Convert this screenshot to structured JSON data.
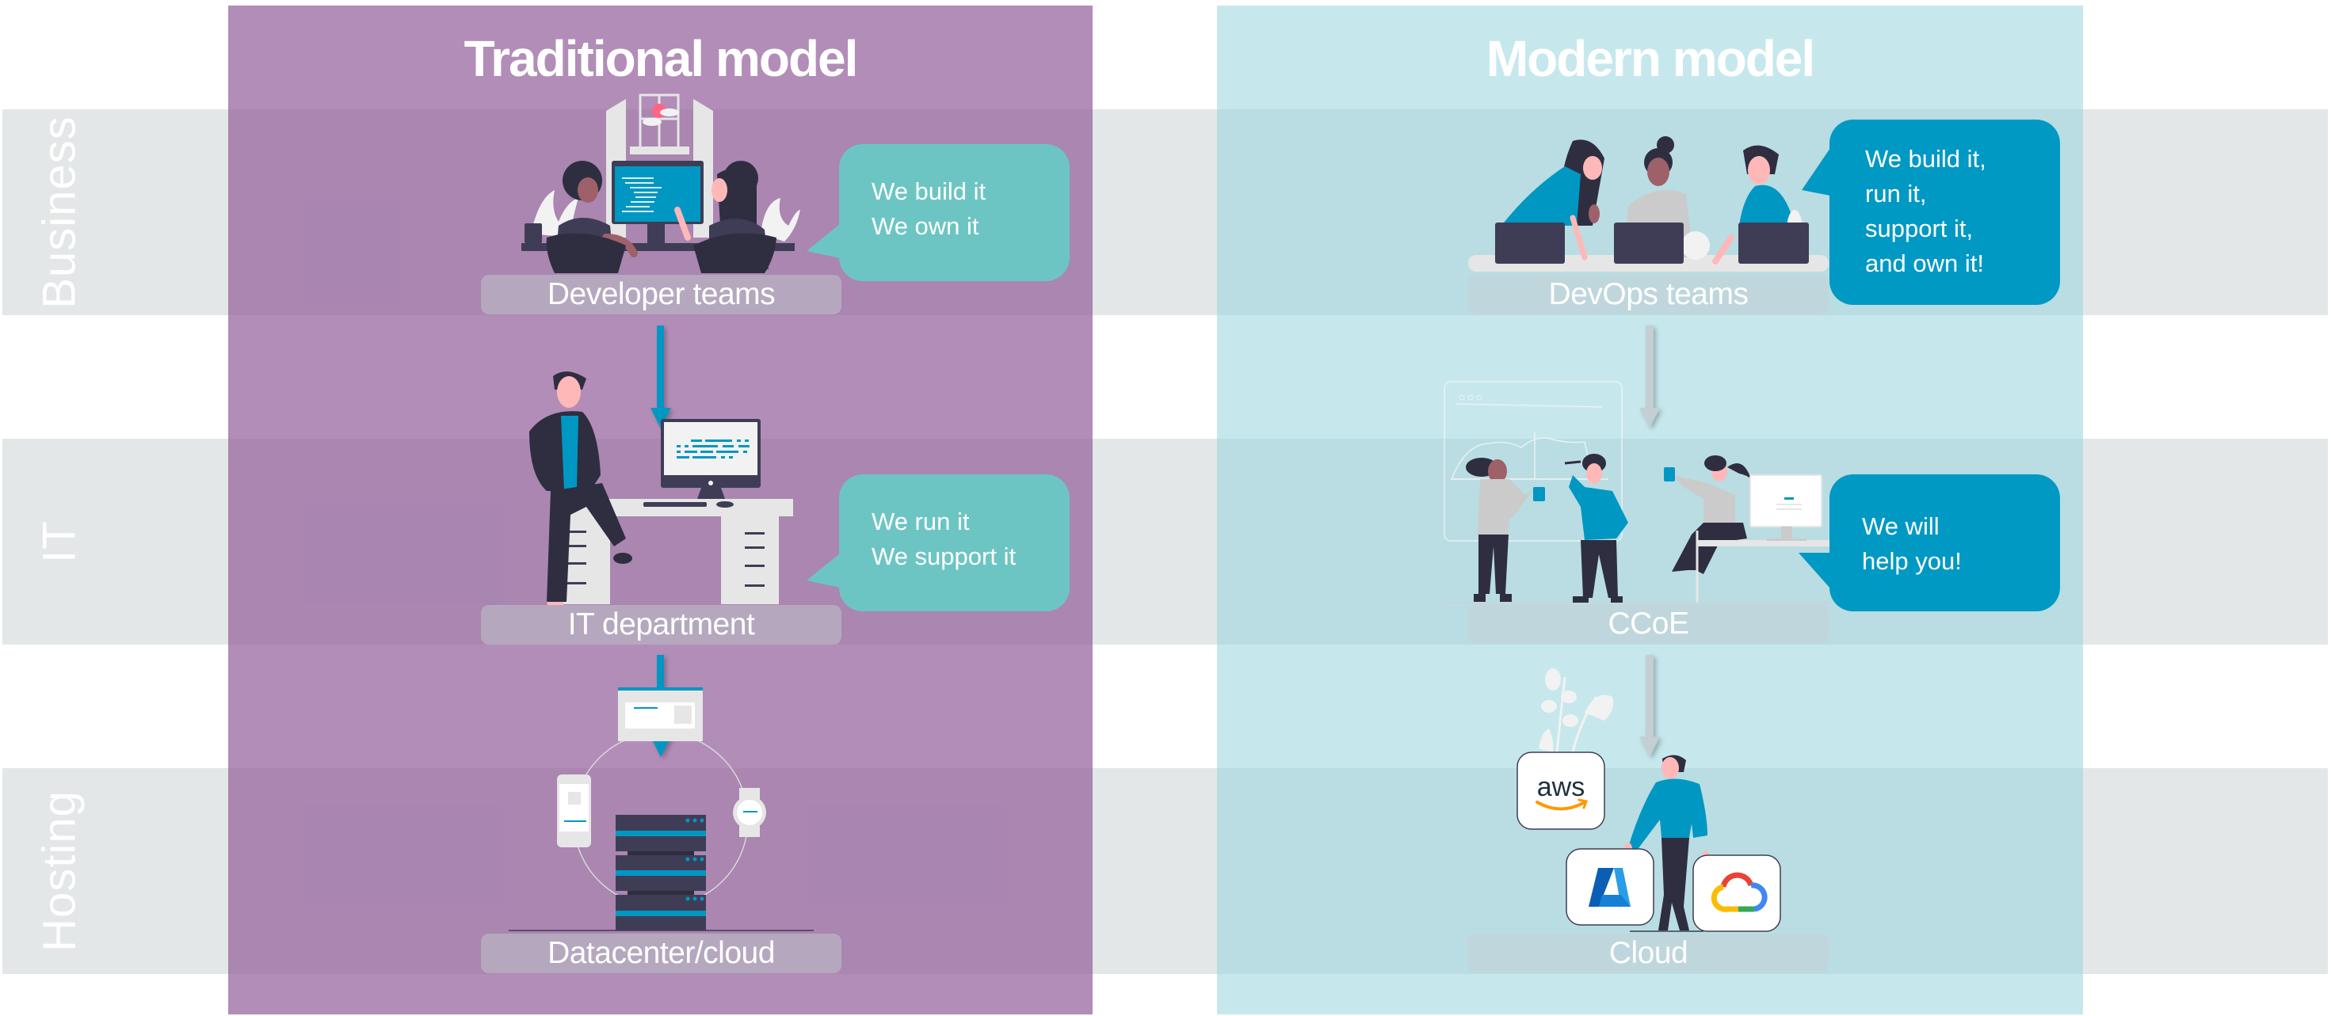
{
  "bands": [
    {
      "id": "business",
      "label": "Business"
    },
    {
      "id": "it",
      "label": "IT"
    },
    {
      "id": "hosting",
      "label": "Hosting"
    }
  ],
  "traditional": {
    "title": "Traditional model",
    "stages": [
      {
        "label": "Developer teams",
        "illustration": "developers-at-computer-icon"
      },
      {
        "label": "IT department",
        "illustration": "person-at-desk-icon"
      },
      {
        "label": "Datacenter/cloud",
        "illustration": "server-rack-icon"
      }
    ],
    "bubbles": [
      {
        "lines": [
          "We build it",
          "We own it"
        ]
      },
      {
        "lines": [
          "We run it",
          "We support it"
        ]
      }
    ],
    "arrow_color": "#0097c3"
  },
  "modern": {
    "title": "Modern model",
    "stages": [
      {
        "label": "DevOps teams",
        "illustration": "team-with-laptops-icon"
      },
      {
        "label": "CCoE",
        "illustration": "team-at-whiteboard-icon"
      },
      {
        "label": "Cloud",
        "illustration": "person-with-cloud-logos-icon"
      }
    ],
    "bubbles": [
      {
        "lines": [
          "We build it,",
          "run it,",
          "support it,",
          "and own it!"
        ]
      },
      {
        "lines": [
          "We will",
          "help you!"
        ]
      }
    ],
    "cloud_providers": [
      {
        "name": "aws",
        "icon": "aws-logo-icon"
      },
      {
        "name": "Azure",
        "icon": "azure-logo-icon"
      },
      {
        "name": "Google Cloud",
        "icon": "google-cloud-logo-icon"
      }
    ],
    "arrow_color": "#c3cfd3"
  },
  "colors": {
    "band": "#e3e7e8",
    "traditional_panel": "#b491b9",
    "modern_panel": "#c6e8ec",
    "teal_bubble": "#6dc5c3",
    "blue_bubble": "#0099c4",
    "accent_blue": "#0097c3",
    "dark_figure": "#2f2e41"
  }
}
